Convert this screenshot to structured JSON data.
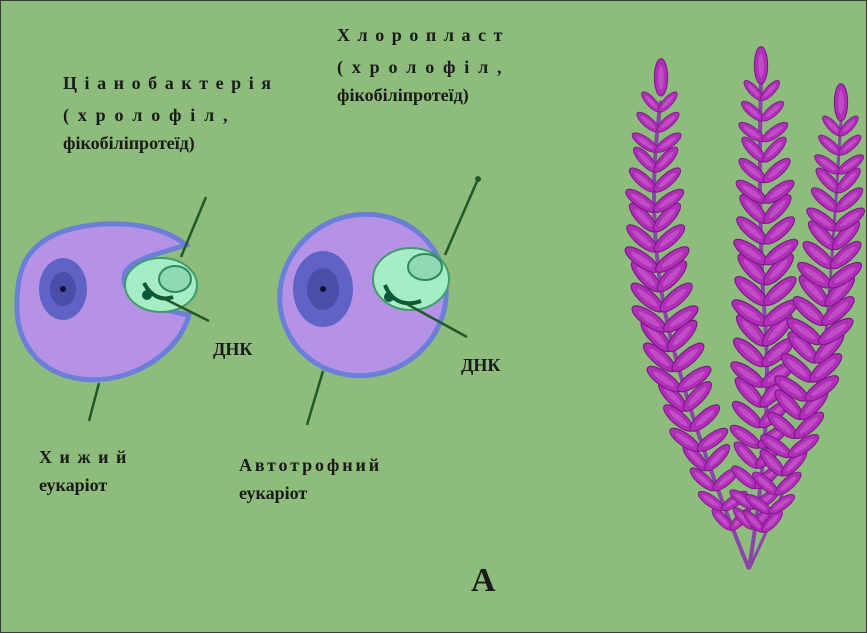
{
  "labels": {
    "cyanobacterium_title": "Ціанобактерія",
    "cyanobacterium_pigments_1": "( х р о л о ф і л ,",
    "cyanobacterium_pigments_2": "фікобіліпротеїд)",
    "chloroplast_title": "Хлоропласт",
    "chloroplast_pigments_1": "( х р о л о ф і л ,",
    "chloroplast_pigments_2": "фікобіліпротеїд)",
    "dna_left": "ДНК",
    "dna_right": "ДНК",
    "predator_1": "Хижий",
    "predator_2": "еукаріот",
    "autotroph_1": "Автотрофний",
    "autotroph_2": "еукаріот",
    "panel_letter": "А"
  },
  "colors": {
    "background": "#8ebc7c",
    "cell_body": "#b592e6",
    "cell_outline": "#6c7fd8",
    "nucleus": "#565ec2",
    "symbiont": "#a6ecc4",
    "dna": "#0a5a3a",
    "pointer_line": "#1f5a28",
    "algae": "#b02eb8",
    "algae_stem": "#8a45a8"
  },
  "icons": [
    "predatory-cell-icon",
    "autotroph-cell-icon",
    "cyanobacterium-icon",
    "chloroplast-icon",
    "algae-icon"
  ]
}
